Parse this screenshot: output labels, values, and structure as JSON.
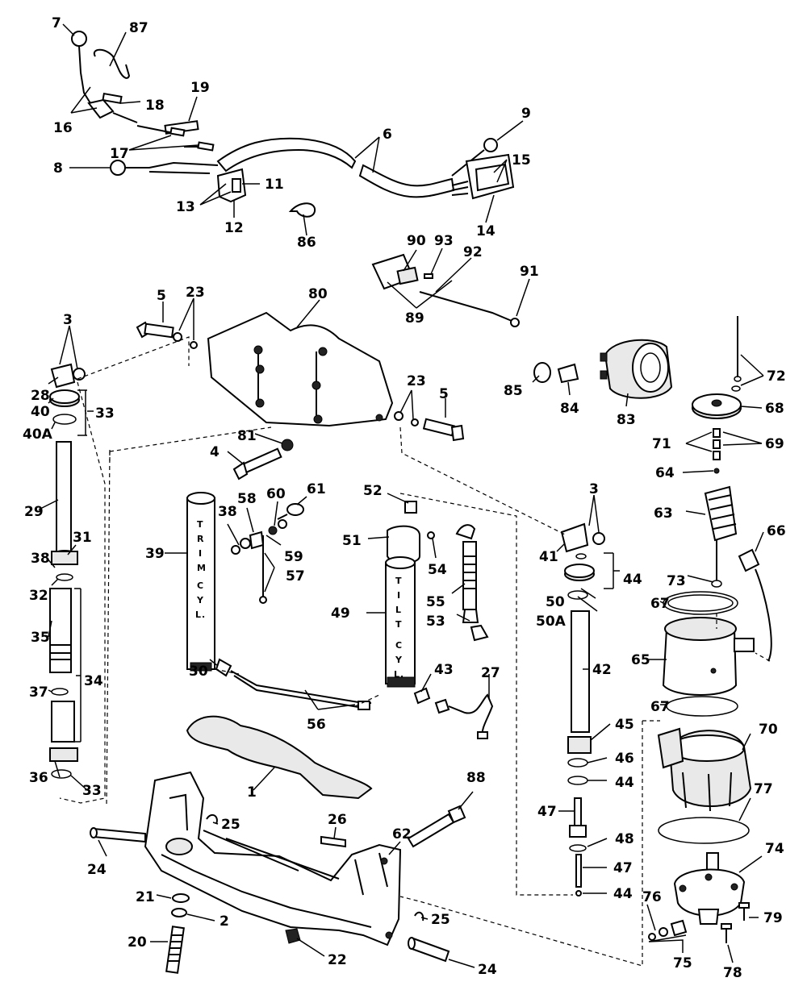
{
  "diagram": {
    "callouts": {
      "n7": "7",
      "n87": "87",
      "n16": "16",
      "n18": "18",
      "n19": "19",
      "n17": "17",
      "n6": "6",
      "n9": "9",
      "n8": "8",
      "n15": "15",
      "n11": "11",
      "n13": "13",
      "n12": "12",
      "n14": "14",
      "n86": "86",
      "n90": "90",
      "n93": "93",
      "n92": "92",
      "n91": "91",
      "n89": "89",
      "n5a": "5",
      "n23a": "23",
      "n80": "80",
      "n3a": "3",
      "n28": "28",
      "n40": "40",
      "n33a": "33",
      "n40A": "40A",
      "n81": "81",
      "n4": "4",
      "n23b": "23",
      "n5b": "5",
      "n85": "85",
      "n84": "84",
      "n83": "83",
      "n72": "72",
      "n68": "68",
      "n71": "71",
      "n69": "69",
      "n64": "64",
      "n29": "29",
      "n38a": "38",
      "n58": "58",
      "n60": "60",
      "n61": "61",
      "n52": "52",
      "n3b": "3",
      "n63": "63",
      "n66": "66",
      "n39": "39",
      "n59": "59",
      "n57": "57",
      "n51": "51",
      "n54": "54",
      "n41": "41",
      "n44a": "44",
      "n73": "73",
      "n31": "31",
      "n38b": "38",
      "n32": "32",
      "n55": "55",
      "n50": "50",
      "n50A": "50A",
      "n67a": "67",
      "n49": "49",
      "n35": "35",
      "n53": "53",
      "n42": "42",
      "n65": "65",
      "n34": "34",
      "n30": "30",
      "n43": "43",
      "n27": "27",
      "n37": "37",
      "n56": "56",
      "n67b": "67",
      "n45": "45",
      "n70": "70",
      "n46": "46",
      "n36": "36",
      "n44b": "44",
      "n33b": "33",
      "n1": "1",
      "n88": "88",
      "n77": "77",
      "n25a": "25",
      "n26": "26",
      "n62": "62",
      "n47a": "47",
      "n48": "48",
      "n74": "74",
      "n24a": "24",
      "n47b": "47",
      "n21": "21",
      "n44c": "44",
      "n76": "76",
      "n2": "2",
      "n25b": "25",
      "n79": "79",
      "n20": "20",
      "n22": "22",
      "n75": "75",
      "n24b": "24",
      "n78": "78"
    },
    "cylinder_labels": {
      "trim": [
        "T",
        "R",
        "I",
        "M",
        "C",
        "Y",
        "L."
      ],
      "tilt": [
        "T",
        "I",
        "L",
        "T",
        "C",
        "Y",
        "L."
      ]
    }
  }
}
